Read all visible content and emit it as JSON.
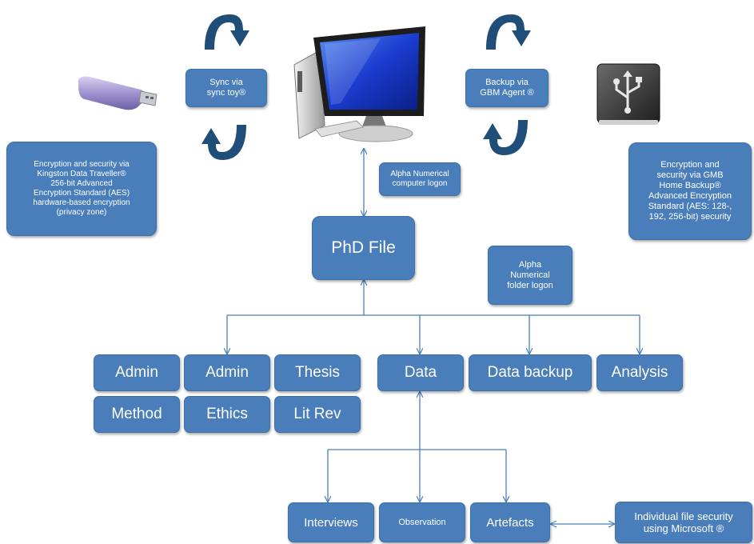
{
  "nodes": {
    "sync": "Sync via\nsync toy®",
    "backup": "Backup via\nGBM Agent ®",
    "kingston": "Encryption and security via\nKingston Data Traveller®\n256-bit Advanced\nEncryption Standard (AES)\nhardware-based encryption\n(privacy zone)",
    "gmb": "Encryption and\nsecurity via GMB\nHome Backup®\nAdvanced Encryption\nStandard (AES: 128-,\n192, 256-bit) security",
    "computer_logon": "Alpha Numerical\ncomputer logon",
    "phd_file": "PhD File",
    "folder_logon": "Alpha\nNumerical\nfolder logon",
    "admin1": "Admin",
    "admin2": "Admin",
    "thesis": "Thesis",
    "method": "Method",
    "ethics": "Ethics",
    "lit_rev": "Lit Rev",
    "data": "Data",
    "data_backup": "Data backup",
    "analysis": "Analysis",
    "interviews": "Interviews",
    "observation": "Observation",
    "artefacts": "Artefacts",
    "file_security": "Individual file security\nusing Microsoft ®"
  },
  "icons": {
    "usb_stick": "usb-stick-icon",
    "computer": "desktop-computer-icon",
    "external_drive": "external-usb-drive-icon",
    "sync_arrows": "curved-arrow-icon"
  },
  "colors": {
    "box_fill": "#4a7ebb",
    "line": "#4a7ebb",
    "text": "#ffffff",
    "arrow_fill": "#1f4e79"
  }
}
